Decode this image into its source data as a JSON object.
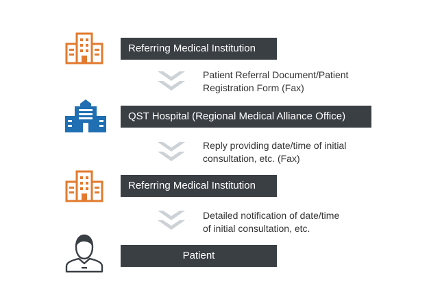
{
  "colors": {
    "referring_icon": "#e27a2e",
    "hospital_icon": "#1f6fb2",
    "patient_icon": "#3a3f44",
    "box_bg": "#3a3f44",
    "arrow": "#cdd2d6"
  },
  "steps": [
    {
      "icon": "clinic-building-icon",
      "label": "Referring Medical Institution"
    },
    {
      "icon": "hospital-building-icon",
      "label": "QST Hospital (Regional Medical Alliance Office)"
    },
    {
      "icon": "clinic-building-icon",
      "label": "Referring Medical Institution"
    },
    {
      "icon": "patient-person-icon",
      "label": "Patient"
    }
  ],
  "transitions": [
    {
      "text": "Patient Referral Document/Patient\nRegistration Form (Fax)"
    },
    {
      "text": "Reply providing date/time of initial\nconsultation, etc. (Fax)"
    },
    {
      "text": "Detailed notification of date/time\nof initial consultation, etc."
    }
  ]
}
